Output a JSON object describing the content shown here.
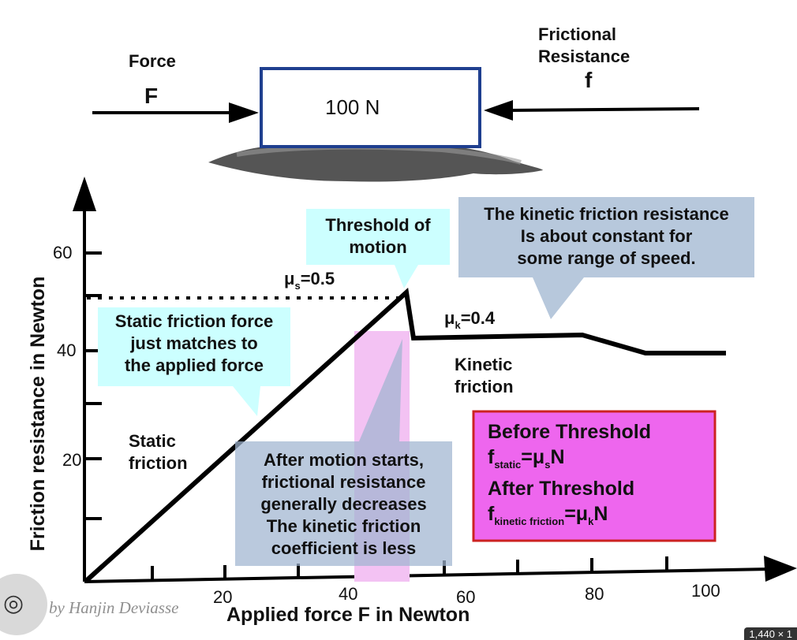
{
  "labels": {
    "force": "Force",
    "force_symbol": "F",
    "box_weight": "100 N",
    "friction_title_line1": "Frictional",
    "friction_title_line2": "Resistance",
    "friction_symbol": "f",
    "static_friction_line1": "Static",
    "static_friction_line2": "friction",
    "kinetic_friction_line1": "Kinetic",
    "kinetic_friction_line2": "friction",
    "mu_s_letter": "μ",
    "mu_s_sub": "s",
    "mu_s_value": "=0.5",
    "mu_k_letter": "μ",
    "mu_k_sub": "k",
    "mu_k_value": "=0.4"
  },
  "callouts": {
    "threshold": [
      "Threshold of",
      "motion"
    ],
    "kinetic_constant": [
      "The kinetic friction resistance",
      "Is about constant for",
      "some range of speed."
    ],
    "static_matches": [
      "Static friction force",
      "just matches to",
      "the applied force"
    ],
    "after_motion": [
      "After motion starts,",
      "frictional resistance",
      "generally decreases",
      "The kinetic friction",
      "coefficient is less"
    ]
  },
  "formula_box": {
    "before_title": "Before Threshold",
    "before_f": "f",
    "before_sub": "static",
    "before_eq": "=μ",
    "before_mu_sub": "s",
    "before_n": "N",
    "after_title": "After Threshold",
    "after_f": "f",
    "after_sub": "kinetic friction",
    "after_eq": "=μ",
    "after_mu_sub": "k",
    "after_n": "N"
  },
  "axes": {
    "y_label": "Friction resistance in Newton",
    "x_label": "Applied force F in Newton",
    "y_ticks": [
      "20",
      "40",
      "60"
    ],
    "x_ticks": [
      "20",
      "40",
      "60",
      "80",
      "100"
    ]
  },
  "credit": "by Hanjin Deviasse",
  "dimensions_badge": "1,440 × 1",
  "colors": {
    "box_border": "#1f3f8f",
    "cyan_callout": "#ccffff",
    "blue_callout": "#b7c8dc",
    "pink_band": "#f3c2f3",
    "formula_fill": "#ee66ee",
    "formula_border": "#cc2222"
  }
}
